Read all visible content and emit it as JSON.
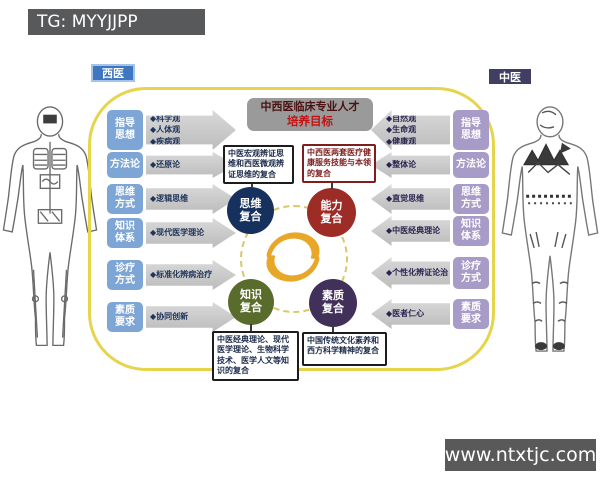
{
  "banner": {
    "text": "TG: MYYJJPP"
  },
  "watermark": {
    "text": "www.ntxtjc.com"
  },
  "region_labels": {
    "west": "西医",
    "east": "中医"
  },
  "title": {
    "line1": "中西医临床专业人才",
    "line2": "培养目标"
  },
  "left_column": {
    "rows": [
      {
        "label": "指导\n思想",
        "items": [
          "◆科学观",
          "◆人体观",
          "◆疾病观"
        ]
      },
      {
        "label": "方法论",
        "items": [
          "◆还原论"
        ]
      },
      {
        "label": "思维\n方式",
        "items": [
          "◆逻辑思维"
        ]
      },
      {
        "label": "知识\n体系",
        "items": [
          "◆现代医学理论"
        ]
      },
      {
        "label": "诊疗\n方式",
        "items": [
          "◆标准化辨病治疗"
        ]
      },
      {
        "label": "素质\n要求",
        "items": [
          "◆协同创新"
        ]
      }
    ]
  },
  "right_column": {
    "rows": [
      {
        "label": "指导\n思想",
        "items": [
          "◆自然观",
          "◆生命观",
          "◆健康观"
        ]
      },
      {
        "label": "方法论",
        "items": [
          "◆整体论"
        ]
      },
      {
        "label": "思维\n方式",
        "items": [
          "◆直觉思维"
        ]
      },
      {
        "label": "知识\n体系",
        "items": [
          "◆中医经典理论"
        ]
      },
      {
        "label": "诊疗\n方式",
        "items": [
          "◆个性化辨证论治"
        ]
      },
      {
        "label": "素质\n要求",
        "items": [
          "◆医者仁心"
        ]
      }
    ]
  },
  "circles": {
    "thinking": {
      "label": "思维\n复合",
      "color": "#16315d"
    },
    "ability": {
      "label": "能力\n复合",
      "color": "#9d2c26"
    },
    "knowledge": {
      "label": "知识\n复合",
      "color": "#5a6c2c"
    },
    "quality": {
      "label": "素质\n复合",
      "color": "#41305a"
    }
  },
  "notes": {
    "top_left": "中医宏观辨证思维和西医微观辨证思维的复合",
    "top_right": "中西医两套医疗健康服务技能与本领的复合",
    "bottom_left": "中医经典理论、现代医学理论、生物科学技术、医学人文等知识的复合",
    "bottom_right": "中国传统文化素养和西方科学精神的复合"
  },
  "colors": {
    "frame_border": "#e6d54c",
    "west_label_bg": "#3e77bf",
    "east_label_bg": "#413e63",
    "west_row_bg": "#7da5d5",
    "east_row_bg": "#a79bc7",
    "hands_gold": "#e9a72a",
    "banner_bg": "#58595b"
  }
}
